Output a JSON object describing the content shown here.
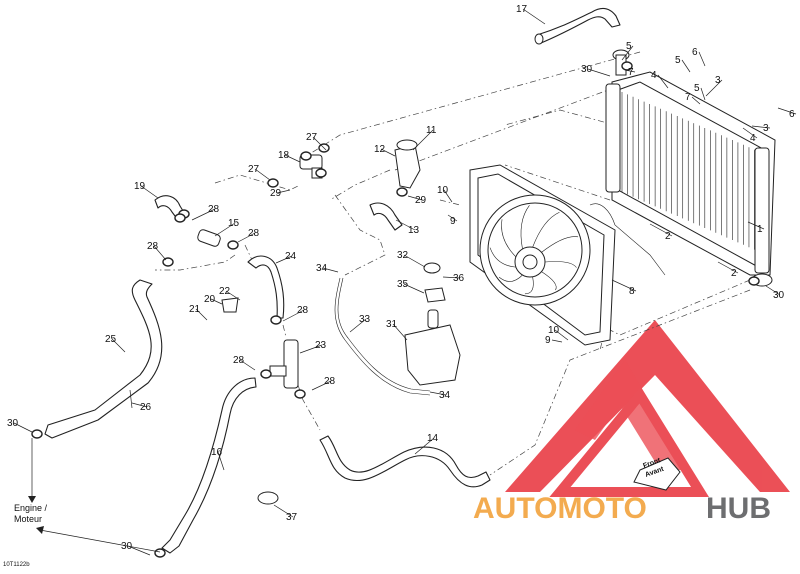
{
  "diagram_id": "10T1122b",
  "engine_label": {
    "line1": "Engine /",
    "line2": "Moteur"
  },
  "front_arrow": {
    "line1": "Front",
    "line2": "Avant"
  },
  "watermark": {
    "part1": "AUTOMOTO",
    "part2": "HUB"
  },
  "callouts": [
    {
      "text": "1"
    },
    {
      "text": "2"
    },
    {
      "text": "2"
    },
    {
      "text": "3"
    },
    {
      "text": "3"
    },
    {
      "text": "4"
    },
    {
      "text": "4"
    },
    {
      "text": "5"
    },
    {
      "text": "5"
    },
    {
      "text": "5"
    },
    {
      "text": "6"
    },
    {
      "text": "6"
    },
    {
      "text": "7"
    },
    {
      "text": "7"
    },
    {
      "text": "8"
    },
    {
      "text": "9"
    },
    {
      "text": "9"
    },
    {
      "text": "10"
    },
    {
      "text": "10"
    },
    {
      "text": "11"
    },
    {
      "text": "12"
    },
    {
      "text": "13"
    },
    {
      "text": "14"
    },
    {
      "text": "15"
    },
    {
      "text": "16"
    },
    {
      "text": "17"
    },
    {
      "text": "18"
    },
    {
      "text": "19"
    },
    {
      "text": "20"
    },
    {
      "text": "21"
    },
    {
      "text": "22"
    },
    {
      "text": "23"
    },
    {
      "text": "24"
    },
    {
      "text": "25"
    },
    {
      "text": "26"
    },
    {
      "text": "27"
    },
    {
      "text": "27"
    },
    {
      "text": "28"
    },
    {
      "text": "28"
    },
    {
      "text": "28"
    },
    {
      "text": "28"
    },
    {
      "text": "28"
    },
    {
      "text": "28"
    },
    {
      "text": "29"
    },
    {
      "text": "29"
    },
    {
      "text": "30"
    },
    {
      "text": "30"
    },
    {
      "text": "30"
    },
    {
      "text": "30"
    },
    {
      "text": "31"
    },
    {
      "text": "32"
    },
    {
      "text": "33"
    },
    {
      "text": "34"
    },
    {
      "text": "34"
    },
    {
      "text": "35"
    },
    {
      "text": "36"
    },
    {
      "text": "37"
    }
  ],
  "colors": {
    "line": "#222222",
    "watermark_red": "#e8313a",
    "watermark_orange": "#f2a33c",
    "watermark_gray": "#6d6e70"
  }
}
